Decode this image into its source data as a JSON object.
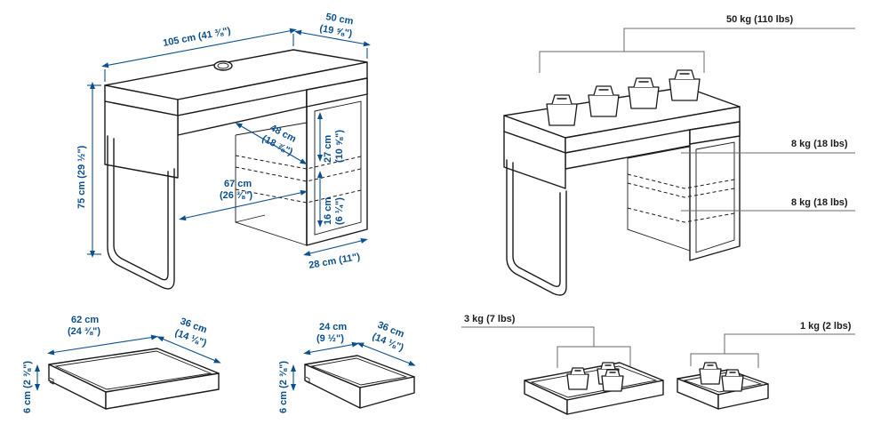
{
  "desk_dimensions": {
    "width": "105 cm (41 ⅜\")",
    "depth": "50 cm",
    "depth_in": "(19 ⅝\")",
    "height": "75 cm (29 ½\")",
    "shelf_depth": "48 cm",
    "shelf_depth_in": "(18 ⅞\")",
    "leg_clearance": "67 cm",
    "leg_clearance_in": "(26 ⅜\")",
    "upper_cavity_h": "27 cm",
    "upper_cavity_h_in": "(10 ⅝\")",
    "lower_cavity_h": "16 cm",
    "lower_cavity_h_in": "(6 ¼\")",
    "side_width": "28 cm (11\")"
  },
  "load_capacity": {
    "top": "50 kg (110 lbs)",
    "upper_shelf": "8 kg (18 lbs)",
    "lower_shelf": "8 kg (18 lbs)",
    "large_drawer": "3 kg (7 lbs)",
    "small_drawer": "1 kg (2 lbs)"
  },
  "large_drawer": {
    "width": "62 cm",
    "width_in": "(24 ⅜\")",
    "depth": "36 cm",
    "depth_in": "(14 ⅛\")",
    "height": "6 cm (2 ⅜\")"
  },
  "small_drawer": {
    "width": "24 cm",
    "width_in": "(9 ½\")",
    "depth": "36 cm",
    "depth_in": "(14 ⅛\")",
    "height": "6 cm (2 ⅜\")"
  },
  "colors": {
    "dimension": "#0b4f8c",
    "ink": "#1a1a1a",
    "leader": "#6a6a6a"
  }
}
